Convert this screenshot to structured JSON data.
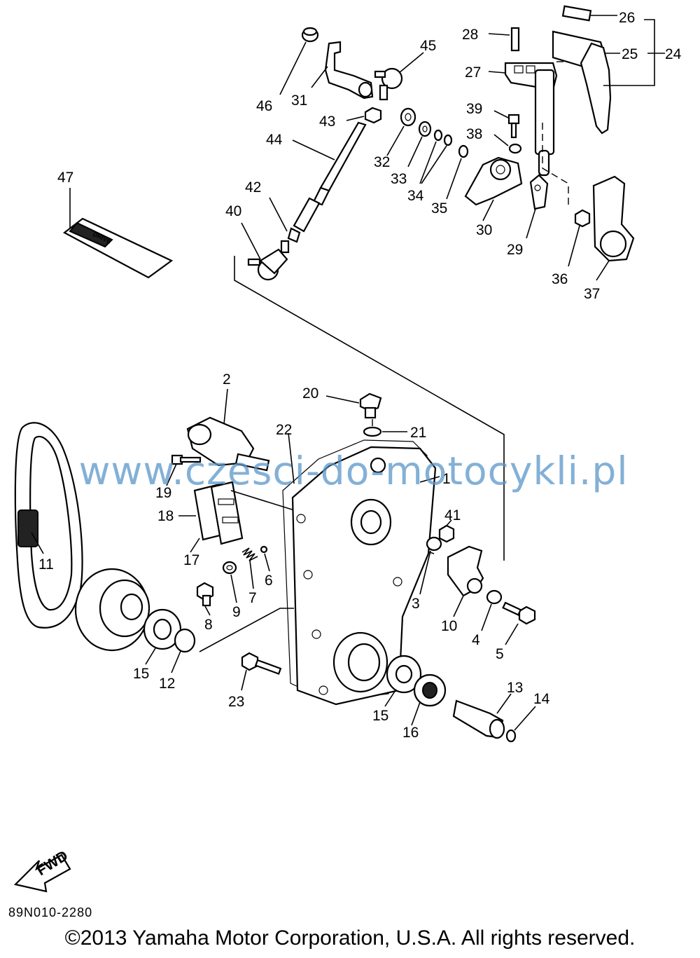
{
  "watermark": "www.czesci-do-motocykli.pl",
  "diagram_code": "89N010-2280",
  "copyright": "©2013 Yamaha Motor Corporation, U.S.A. All rights reserved.",
  "fwd_label": "FWD",
  "decal_title": "DRIVE",
  "callouts": [
    "1",
    "2",
    "3",
    "4",
    "5",
    "6",
    "7",
    "8",
    "9",
    "10",
    "11",
    "12",
    "13",
    "14",
    "15",
    "15",
    "16",
    "17",
    "18",
    "19",
    "20",
    "21",
    "22",
    "23",
    "24",
    "25",
    "26",
    "27",
    "28",
    "29",
    "30",
    "31",
    "32",
    "33",
    "34",
    "35",
    "36",
    "37",
    "38",
    "39",
    "40",
    "41",
    "42",
    "43",
    "44",
    "45",
    "46",
    "47"
  ]
}
